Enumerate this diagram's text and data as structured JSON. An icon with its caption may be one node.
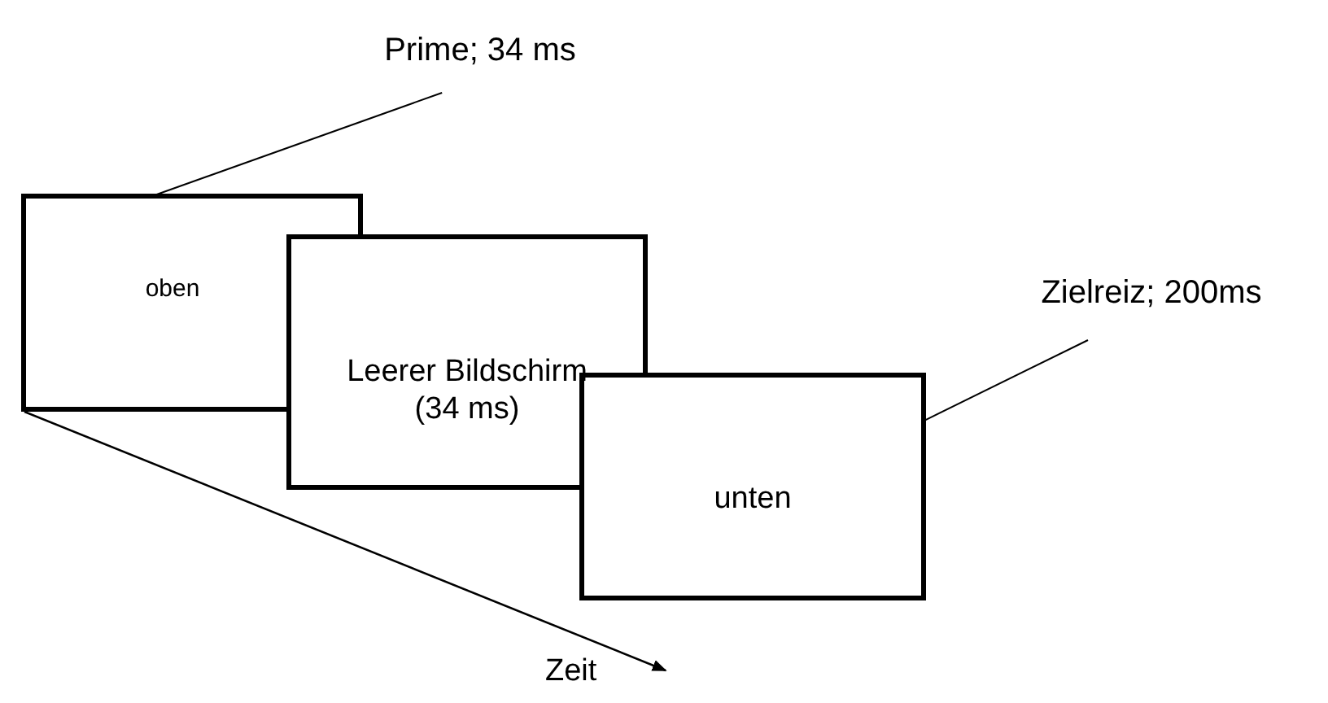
{
  "diagram": {
    "nodes": [
      {
        "text": [
          "Prime; 34 ms"
        ]
      },
      {
        "text": [
          "oben"
        ]
      },
      {
        "text": [
          "Leerer Bildschirm (34 ms)"
        ]
      },
      {
        "text": [
          "Zielreiz; 200ms"
        ]
      },
      {
        "text": [
          "unten"
        ]
      }
    ],
    "edges": [
      {
        "from": 0,
        "to": 1,
        "arrow": "none"
      },
      {
        "from": 3,
        "to": 4,
        "arrow": "none"
      }
    ],
    "labels": [
      "Zeit"
    ]
  }
}
